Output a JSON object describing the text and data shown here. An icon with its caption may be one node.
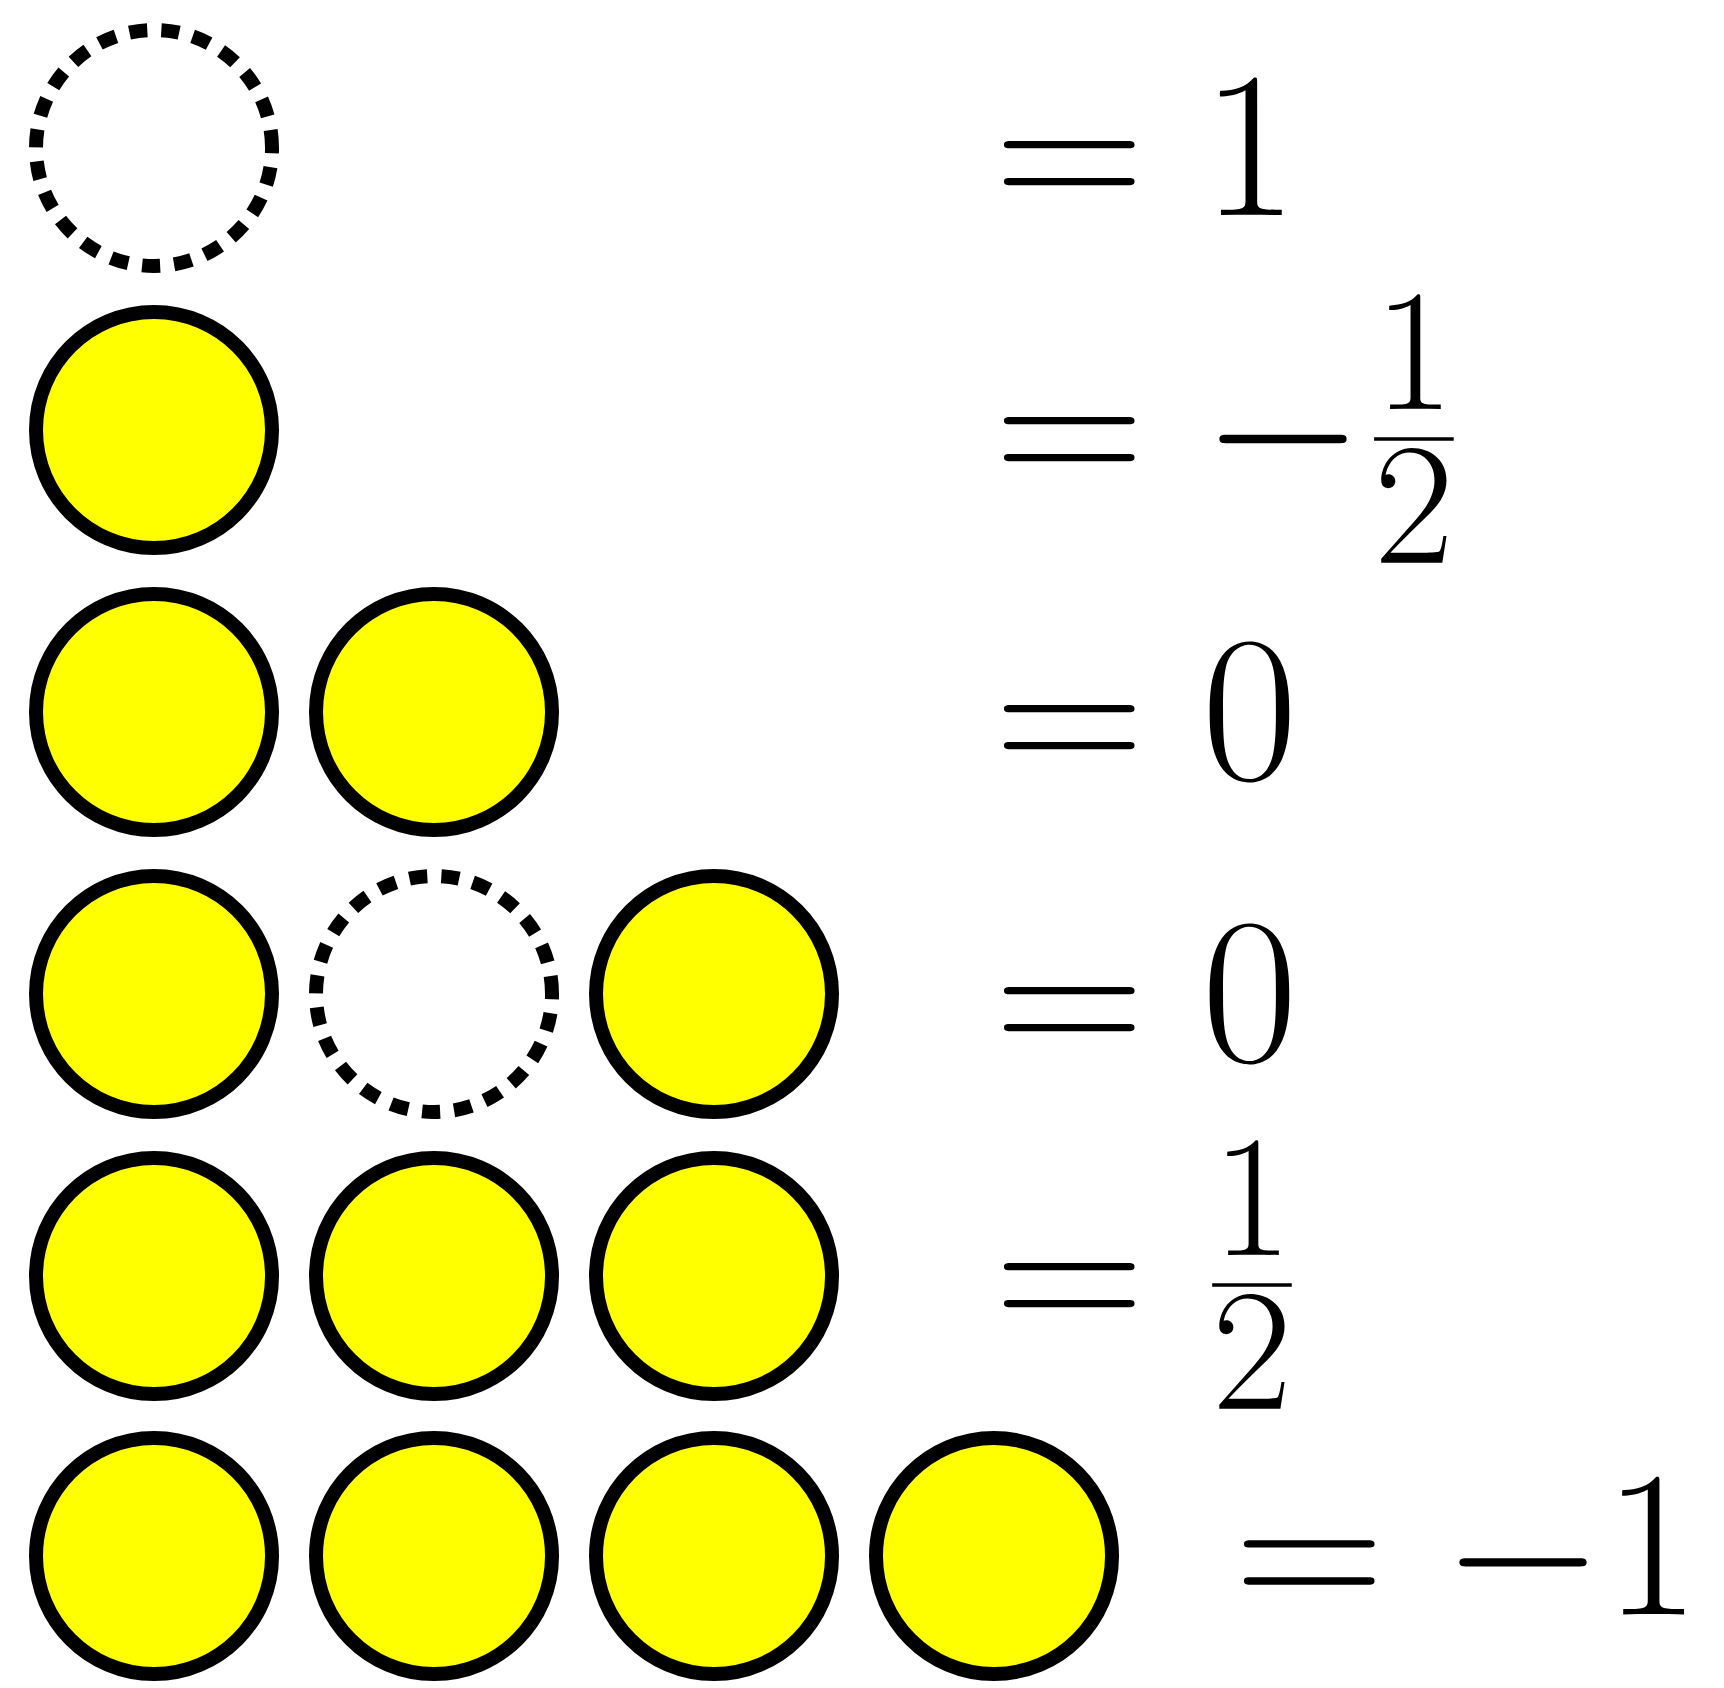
{
  "diagram": {
    "nodes": [
      {
        "text": [],
        "shape": "ring"
      },
      {
        "text": [],
        "shape": "circle"
      },
      {
        "text": [],
        "shape": "circle"
      },
      {
        "text": [],
        "shape": "circle"
      },
      {
        "text": [],
        "shape": "circle"
      },
      {
        "text": [],
        "shape": "ring"
      },
      {
        "text": [],
        "shape": "circle"
      },
      {
        "text": [],
        "shape": "circle"
      },
      {
        "text": [],
        "shape": "circle"
      },
      {
        "text": [],
        "shape": "circle"
      },
      {
        "text": [],
        "shape": "circle"
      },
      {
        "text": [],
        "shape": "circle"
      },
      {
        "text": [],
        "shape": "circle"
      },
      {
        "text": [],
        "shape": "circle"
      }
    ],
    "labels": [
      "= 1",
      "= -\\frac{1}{2}",
      "= 0",
      "= 0",
      "= \\frac{1}{2}",
      "= -1"
    ]
  }
}
